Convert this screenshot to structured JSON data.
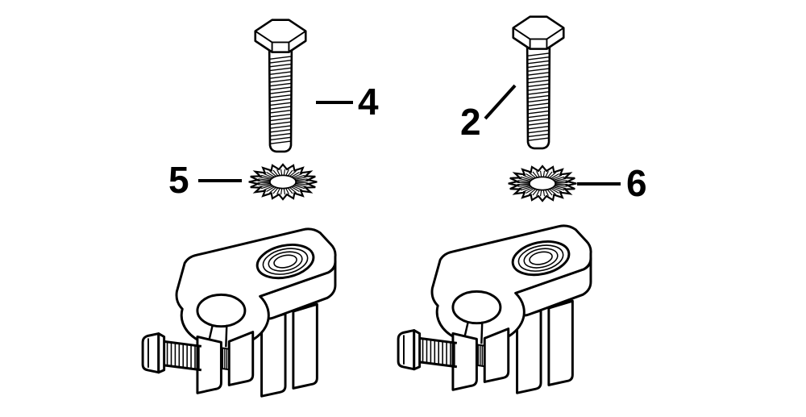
{
  "figure": {
    "type": "exploded-parts-diagram",
    "background": "#ffffff",
    "line_color": "#000000",
    "parts": [
      {
        "icon": "hex-bolt-icon",
        "callout": "4",
        "position": "top-left"
      },
      {
        "icon": "hex-bolt-icon",
        "callout": "2",
        "position": "top-right"
      },
      {
        "icon": "lock-washer-icon",
        "callout": "5",
        "position": "middle-left"
      },
      {
        "icon": "lock-washer-icon",
        "callout": "6",
        "position": "middle-right"
      },
      {
        "icon": "battery-terminal-clamp-icon",
        "position": "bottom-left"
      },
      {
        "icon": "battery-terminal-clamp-icon",
        "position": "bottom-right"
      }
    ]
  },
  "callouts": {
    "c4": {
      "label": "4"
    },
    "c2": {
      "label": "2"
    },
    "c5": {
      "label": "5"
    },
    "c6": {
      "label": "6"
    }
  }
}
